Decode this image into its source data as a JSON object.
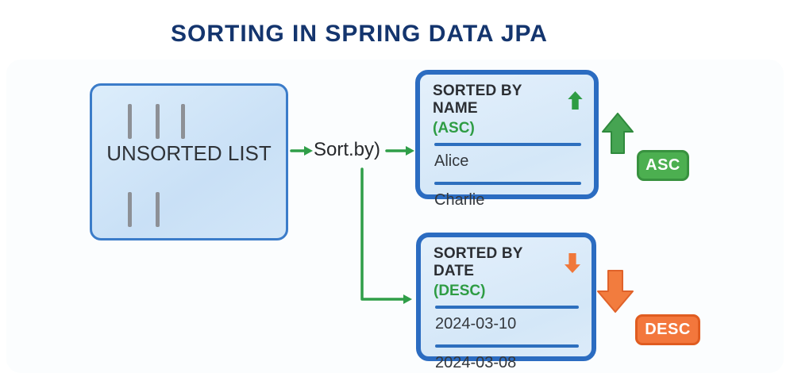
{
  "title": "SORTING IN SPRING DATA JPA",
  "unsorted_box": {
    "label": "UNSORTED LIST"
  },
  "connector": {
    "label": "Sort.by)"
  },
  "sorted_by_name": {
    "header": "SORTED BY NAME",
    "order_label": "(ASC)",
    "items": [
      "Alice",
      "Charlie"
    ]
  },
  "sorted_by_date": {
    "header": "SORTED BY DATE",
    "order_label": "(DESC)",
    "items": [
      "2024-03-10",
      "2024-03-08"
    ]
  },
  "badges": {
    "asc": "ASC",
    "desc": "DESC"
  },
  "icons": {
    "name_header_icon": "up-block-arrow",
    "date_header_icon": "down-block-arrow",
    "ascending_big_arrow": "up-block-arrow",
    "descending_big_arrow": "down-block-arrow"
  },
  "colors": {
    "title_navy": "#14356e",
    "box_border_blue": "#2b6cc1",
    "unsorted_border_blue": "#3b7cc9",
    "box_fill_light_blue": "#d4e7f8",
    "divider_blue": "#2d6fbe",
    "green_accent": "#2e9c44",
    "asc_badge_green": "#4caf50",
    "orange_accent": "#f3773c",
    "desc_badge_border": "#e05c20",
    "connector_green": "#2f9e48",
    "tick_gray": "#8d9096"
  }
}
